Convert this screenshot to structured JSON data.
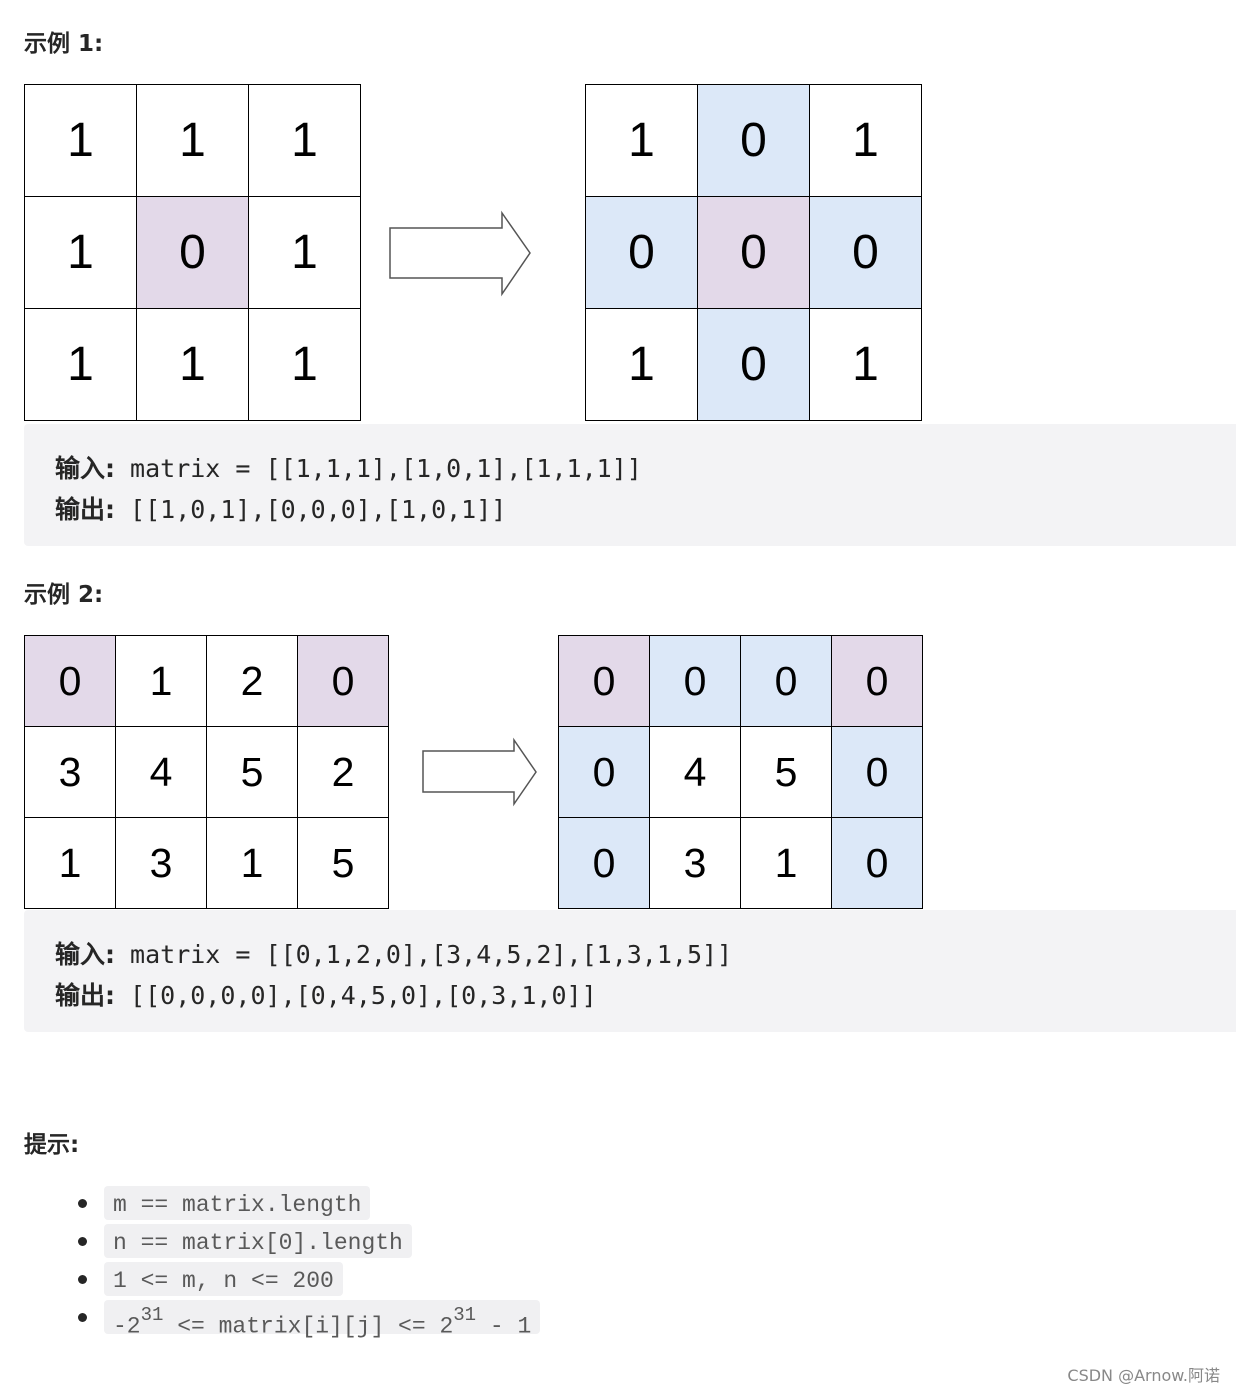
{
  "example1": {
    "heading": "示例 1:",
    "input_matrix": [
      [
        "1",
        "1",
        "1"
      ],
      [
        "1",
        "0",
        "1"
      ],
      [
        "1",
        "1",
        "1"
      ]
    ],
    "output_matrix": [
      [
        "1",
        "0",
        "1"
      ],
      [
        "0",
        "0",
        "0"
      ],
      [
        "1",
        "0",
        "1"
      ]
    ],
    "input_label": "输入:",
    "input_text": " matrix = [[1,1,1],[1,0,1],[1,1,1]]",
    "output_label": "输出:",
    "output_text": " [[1,0,1],[0,0,0],[1,0,1]]"
  },
  "example2": {
    "heading": "示例 2:",
    "input_matrix": [
      [
        "0",
        "1",
        "2",
        "0"
      ],
      [
        "3",
        "4",
        "5",
        "2"
      ],
      [
        "1",
        "3",
        "1",
        "5"
      ]
    ],
    "output_matrix": [
      [
        "0",
        "0",
        "0",
        "0"
      ],
      [
        "0",
        "4",
        "5",
        "0"
      ],
      [
        "0",
        "3",
        "1",
        "0"
      ]
    ],
    "input_label": "输入:",
    "input_text": " matrix = [[0,1,2,0],[3,4,5,2],[1,3,1,5]]",
    "output_label": "输出:",
    "output_text": " [[0,0,0,0],[0,4,5,0],[0,3,1,0]]"
  },
  "hints": {
    "heading": "提示:",
    "items": [
      "m == matrix.length",
      "n == matrix[0].length",
      "1 <= m, n <= 200"
    ],
    "last": {
      "part1": "-2",
      "sup1": "31",
      "part2": " <= matrix[i][j] <= 2",
      "sup2": "31",
      "part3": " - 1"
    }
  },
  "colors": {
    "zero_cell": "#e3d9e9",
    "affected_cell": "#dce8f8",
    "code_background": "#f3f3f5"
  },
  "watermark": "CSDN @Arnow.阿诺"
}
